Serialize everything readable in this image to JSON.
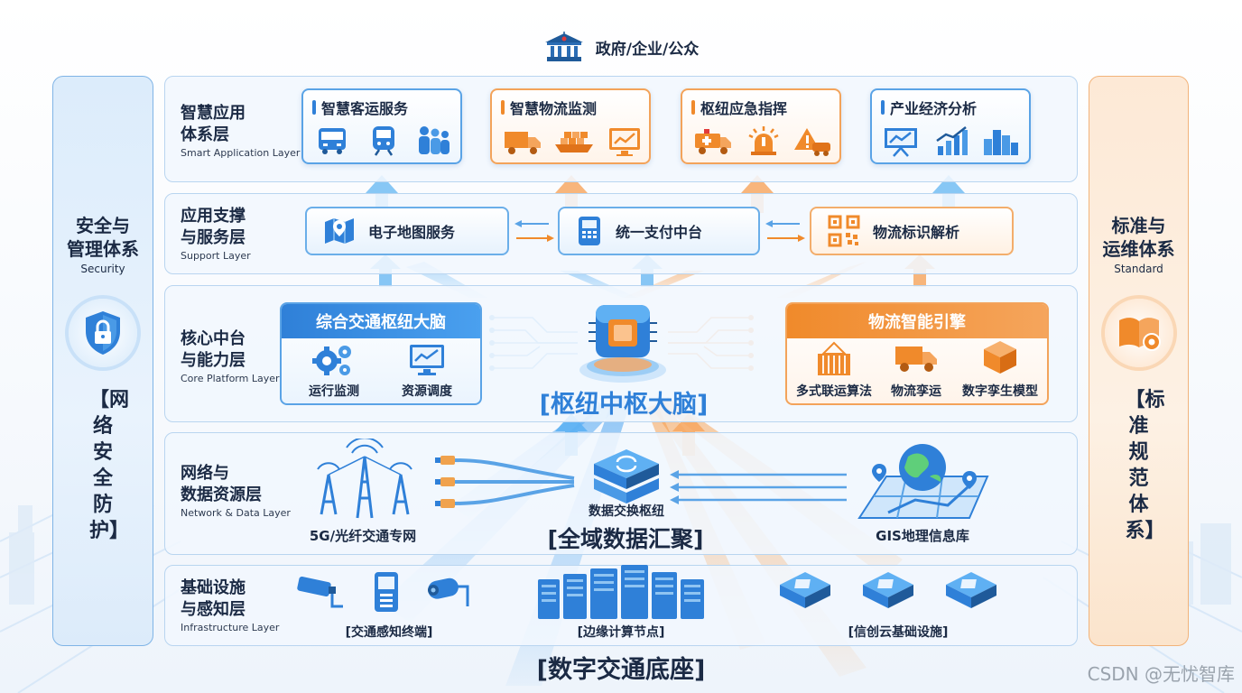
{
  "top": {
    "title": "政府/企业/公众",
    "icon": "government-building-icon"
  },
  "left_panel": {
    "title_line1": "安全与",
    "title_line2": "管理体系",
    "subtitle": "Security",
    "vertical": "【网络安全防护】",
    "icon": "shield-lock-icon",
    "color": "#2f80d8"
  },
  "right_panel": {
    "title_line1": "标准与",
    "title_line2": "运维体系",
    "subtitle": "Standard",
    "vertical": "【标准规范体系】",
    "icon": "book-gear-icon",
    "color": "#f08a2b"
  },
  "layers": [
    {
      "cn1": "智慧应用",
      "cn2": "体系层",
      "en": "Smart Application Layer"
    },
    {
      "cn1": "应用支撑",
      "cn2": "与服务层",
      "en": "Support Layer"
    },
    {
      "cn1": "核心中台",
      "cn2": "与能力层",
      "en": "Core Platform Layer"
    },
    {
      "cn1": "网络与",
      "cn2": "数据资源层",
      "en": "Network & Data Layer"
    },
    {
      "cn1": "基础设施",
      "cn2": "与感知层",
      "en": "Infrastructure Layer"
    }
  ],
  "apps": [
    {
      "title": "智慧客运服务",
      "icons": [
        "bus-icon",
        "train-icon",
        "passengers-icon"
      ]
    },
    {
      "title": "智慧物流监测",
      "icons": [
        "truck-icon",
        "cargo-ship-icon",
        "monitor-chart-icon"
      ]
    },
    {
      "title": "枢纽应急指挥",
      "icons": [
        "ambulance-icon",
        "alarm-light-icon",
        "warning-car-icon"
      ]
    },
    {
      "title": "产业经济分析",
      "icons": [
        "presentation-chart-icon",
        "growth-bar-chart-icon",
        "city-buildings-icon"
      ]
    }
  ],
  "support": [
    {
      "label": "电子地图服务",
      "icon": "map-pin-icon"
    },
    {
      "label": "统一支付中台",
      "icon": "pos-terminal-icon"
    },
    {
      "label": "物流标识解析",
      "icon": "qr-code-icon"
    }
  ],
  "core": {
    "left": {
      "title": "综合交通枢纽大脑",
      "items": [
        {
          "label": "运行监测",
          "icon": "gears-icon"
        },
        {
          "label": "资源调度",
          "icon": "monitor-trend-icon"
        }
      ]
    },
    "center": "[枢纽中枢大脑]",
    "right": {
      "title": "物流智能引擎",
      "items": [
        {
          "label": "多式联运算法",
          "icon": "container-crane-icon"
        },
        {
          "label": "物流孪运",
          "icon": "delivery-truck-icon"
        },
        {
          "label": "数字孪生模型",
          "icon": "3d-cube-icon"
        }
      ]
    }
  },
  "network": {
    "left_label": "5G/光纤交通专网",
    "center_label": "数据交换枢纽",
    "center_bracket": "[全域数据汇聚]",
    "right_label": "GIS地理信息库"
  },
  "infra": {
    "items": [
      {
        "label": "[交通感知终端]",
        "icons": [
          "cctv-camera-icon",
          "sensor-device-icon",
          "dome-camera-icon"
        ]
      },
      {
        "label": "[边缘计算节点]",
        "icon": "server-rack-icon"
      },
      {
        "label": "[信创云基础设施]",
        "icons": [
          "chip-icon",
          "chip-icon",
          "chip-icon"
        ]
      }
    ],
    "bottom_title": "[数字交通底座]"
  },
  "watermark": "CSDN @无忧智库",
  "colors": {
    "blue": "#2f80d8",
    "orange": "#f08a2b",
    "navy": "#1b2a44"
  }
}
